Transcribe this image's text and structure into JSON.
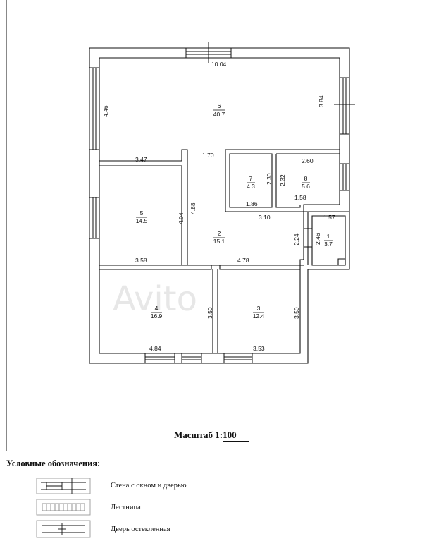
{
  "rooms": [
    {
      "num": "1",
      "area": "3.7"
    },
    {
      "num": "2",
      "area": "15.1"
    },
    {
      "num": "3",
      "area": "12.4"
    },
    {
      "num": "4",
      "area": "16.9"
    },
    {
      "num": "5",
      "area": "14.5"
    },
    {
      "num": "6",
      "area": "40.7"
    },
    {
      "num": "7",
      "area": "4.3"
    },
    {
      "num": "8",
      "area": "5.6"
    }
  ],
  "dims": {
    "top": "10.04",
    "left_6": "4.46",
    "right_6": "3.84",
    "d347": "3.47",
    "d170": "1.70",
    "d260": "2.60",
    "d230": "2.30",
    "d232": "2.32",
    "d186": "1.86",
    "d158": "1.58",
    "d404": "4.04",
    "d488": "4.88",
    "d310": "3.10",
    "d157": "1.57",
    "d224": "2.24",
    "d246": "2.46",
    "d358": "3.58",
    "d478": "4.78",
    "d350a": "3.50",
    "d350b": "3.50",
    "d484": "4.84",
    "d353": "3.53"
  },
  "watermark": "Avito",
  "scale_label": "Масштаб 1:",
  "scale_value": "100",
  "legend": {
    "title": "Условные обозначения:",
    "items": [
      {
        "label": "Стена с окном и дверью"
      },
      {
        "label": "Лестница"
      },
      {
        "label": "Дверь остекленная"
      }
    ]
  }
}
